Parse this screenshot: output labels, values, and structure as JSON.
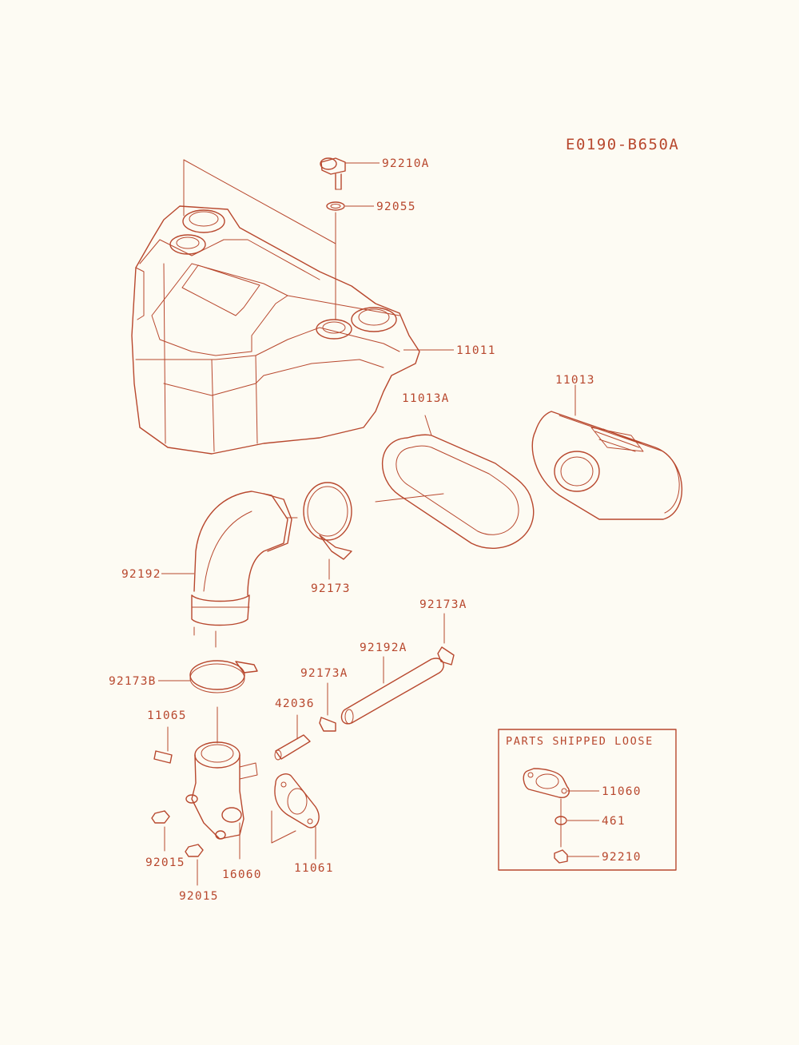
{
  "diagram_code": "E0190-B650A",
  "parts_shipped_loose_title": "PARTS SHIPPED LOOSE",
  "parts": {
    "p92210A": "92210A",
    "p92055": "92055",
    "p11011": "11011",
    "p11013": "11013",
    "p11013A": "11013A",
    "p92192": "92192",
    "p92173": "92173",
    "p92173A_top": "92173A",
    "p92192A": "92192A",
    "p92173A_mid": "92173A",
    "p92173B": "92173B",
    "p42036": "42036",
    "p11065": "11065",
    "p92015_a": "92015",
    "p92015_b": "92015",
    "p16060": "16060",
    "p11061": "11061",
    "p11060": "11060",
    "p461": "461",
    "p92210": "92210"
  }
}
